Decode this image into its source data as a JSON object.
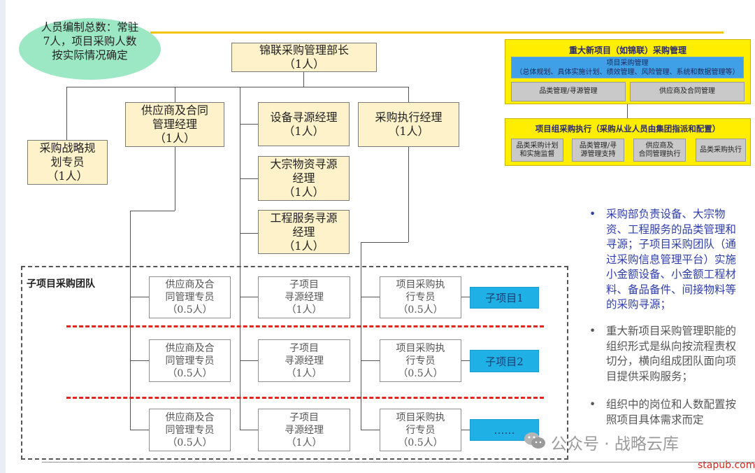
{
  "headcount_note": "人员编制总数：常驻7人，项目采购人数按实际情况确定",
  "head": "锦联采购管理部长\n（1人）",
  "strategy": "采购战略规\n划专员\n（1人）",
  "supplier_mgr": "供应商及合同\n管理经理\n（1人）",
  "equipment_mgr": "设备寻源经理\n（1人）",
  "bulk_mgr": "大宗物资寻源\n经理\n（1人）",
  "engineering_mgr": "工程服务寻源\n经理\n（1人）",
  "execution_mgr": "采购执行经理\n（1人）",
  "team_label": "子项目采购团队",
  "rows": [
    {
      "supplier": "供应商及合\n同管理专员\n（0.5人）",
      "sourcing": "子项目\n寻源经理\n（1人）",
      "execution": "项目采购执\n行专员\n（0.5人）",
      "tag": "子项目1"
    },
    {
      "supplier": "供应商及合\n同管理专员\n（0.5人）",
      "sourcing": "子项目\n寻源经理\n（1人）",
      "execution": "项目采购执\n行专员\n（0.5人）",
      "tag": "子项目2"
    },
    {
      "supplier": "供应商及合\n同管理专员\n（0.5人）",
      "sourcing": "子项目\n寻源经理\n（1人）",
      "execution": "项目采购执\n行专员\n（0.5人）",
      "tag": "……"
    }
  ],
  "right_panel": {
    "top_title": "重大新项目（如锦联）采购管理",
    "project_mgmt": "项目采购管理\n（总体规划、具体实施计划、绩效管理、风险管理、系统和数据管理等）",
    "category_mgmt": "品类管理/寻源管理",
    "supplier_contract": "供应商及合同管理",
    "bottom_title": "项目组采购执行（采购从业人员由集团指派和配置）",
    "exec_boxes": [
      "品类采购计划\n和实施监督",
      "品类管理/寻\n源管理支持",
      "供应商及\n合同管理执行",
      "品类采购执行"
    ]
  },
  "bullets": [
    "采购部负责设备、大宗物资、工程服务的品类管理和寻源；子项目采购团队（通过采购信息管理平台）实施小金额设备、小金额工程材料、备品备件、间接物料等的采购寻源；",
    "重大新项目采购管理职能的组织形式是纵向按流程责权切分，横向组成团队面向项目提供采购服务；",
    "组织中的岗位和人数配置按照项目具体需求而定"
  ],
  "bullet_symbol": "•",
  "watermark": "公众号 · 战略云库",
  "site": "stapub.com",
  "colors": {
    "yellow_box": "#fdf2c9",
    "ellipse": "#9de8c4",
    "tag_blue": "#1fb1e6",
    "panel_yellow": "#ffee00",
    "red_dash": "#e0261f",
    "bullet_text_1": "#2f3ea8",
    "bullet_text_gray": "#555555"
  }
}
